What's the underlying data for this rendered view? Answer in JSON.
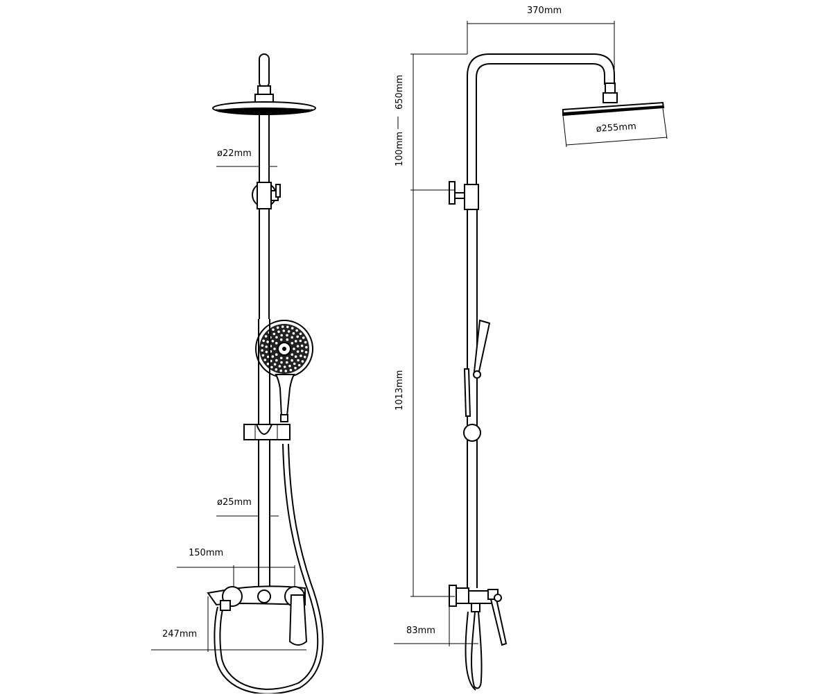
{
  "front_view": {
    "labels": {
      "upper_pipe_diameter": "ø22mm",
      "lower_pipe_diameter": "ø25mm",
      "mixer_centers": "150mm",
      "spout_projection": "247mm"
    }
  },
  "side_view": {
    "labels": {
      "arm_width": "370mm",
      "upper_height_min": "100mm",
      "upper_height_max": "650mm",
      "head_diameter": "ø255mm",
      "lower_height": "1013mm",
      "mixer_offset": "83mm"
    }
  }
}
